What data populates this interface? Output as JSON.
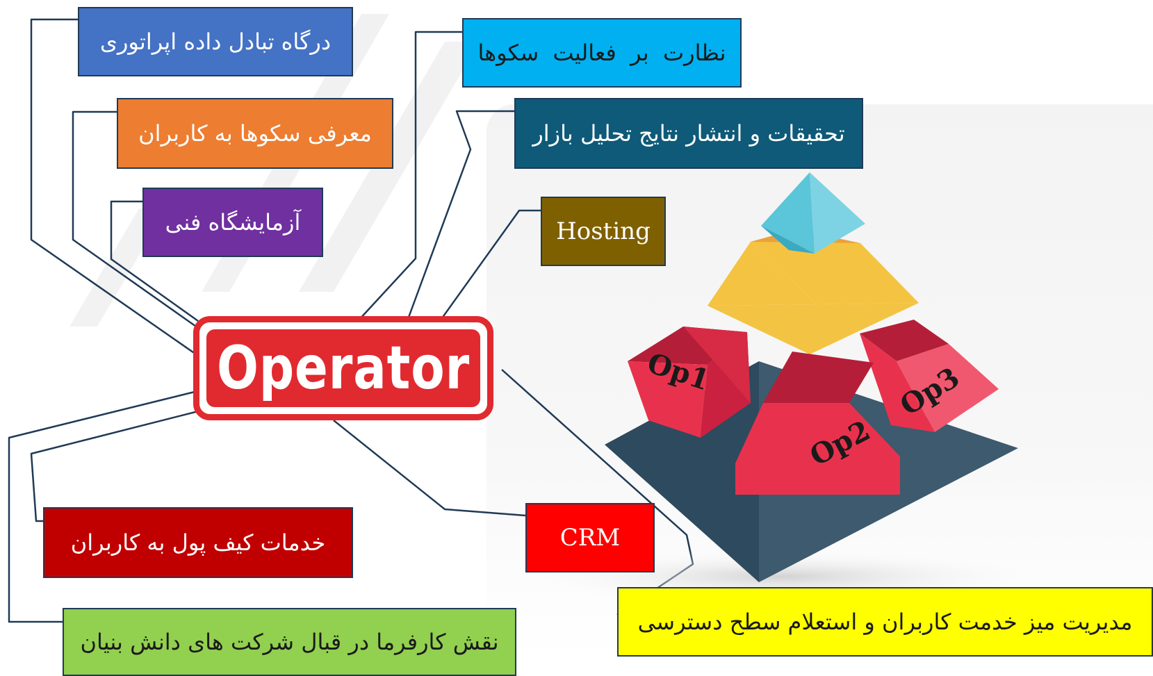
{
  "operator": {
    "label": "Operator",
    "color": "#e02a2f"
  },
  "boxes": {
    "exchange_portal": {
      "label": "درگاه تبادل داده اپراتوری",
      "bg": "#4472c4",
      "fg": "#ffffff"
    },
    "introduce_platforms": {
      "label": "معرفی سکوها به کاربران",
      "bg": "#ed7d31",
      "fg": "#ffffff"
    },
    "tech_lab": {
      "label": "آزمایشگاه فنی",
      "bg": "#7030a0",
      "fg": "#ffffff"
    },
    "supervision": {
      "label": "نظارت  بر  فعالیت  سکوها",
      "bg": "#00b0f0",
      "fg": "#1a1a1a"
    },
    "research": {
      "label": "تحقیقات و انتشار نتایج تحلیل بازار",
      "bg": "#0e5a78",
      "fg": "#ffffff"
    },
    "hosting": {
      "label": "Hosting",
      "bg": "#7f6000",
      "fg": "#ffffff"
    },
    "wallet": {
      "label": "خدمات کیف پول به کاربران",
      "bg": "#c00000",
      "fg": "#ffffff"
    },
    "crm": {
      "label": "CRM",
      "bg": "#ff0000",
      "fg": "#ffffff"
    },
    "employer": {
      "label": "نقش کارفرما در قبال شرکت های دانش بنیان",
      "bg": "#92d050",
      "fg": "#1a1a1a"
    },
    "service_desk": {
      "label": "مدیریت میز خدمت کاربران و استعلام سطح دسترسی",
      "bg": "#ffff00",
      "fg": "#1a1a1a"
    }
  },
  "pyramid": {
    "blocks": [
      {
        "label": "Op1"
      },
      {
        "label": "Op2"
      },
      {
        "label": "Op3"
      }
    ],
    "colors": {
      "base": "#3d5a6e",
      "middle": "#f5c342",
      "top": "#5bc5d9",
      "blocks": "#e8324d"
    }
  }
}
